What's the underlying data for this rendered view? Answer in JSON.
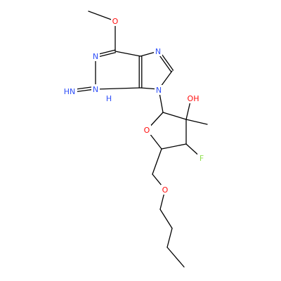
{
  "molecule": {
    "colors": {
      "bond": "#000000",
      "N": "#3050F8",
      "O": "#FF0D0D",
      "F": "#90E050"
    },
    "atom_labels": {
      "o_methoxy": "O",
      "n1": "N",
      "n7": "N",
      "nh_imine": "HN",
      "n3h": "N",
      "h_n3": "H",
      "n9": "N",
      "oh": "OH",
      "o_ring": "O",
      "f": "F",
      "o_ether": "O"
    }
  }
}
